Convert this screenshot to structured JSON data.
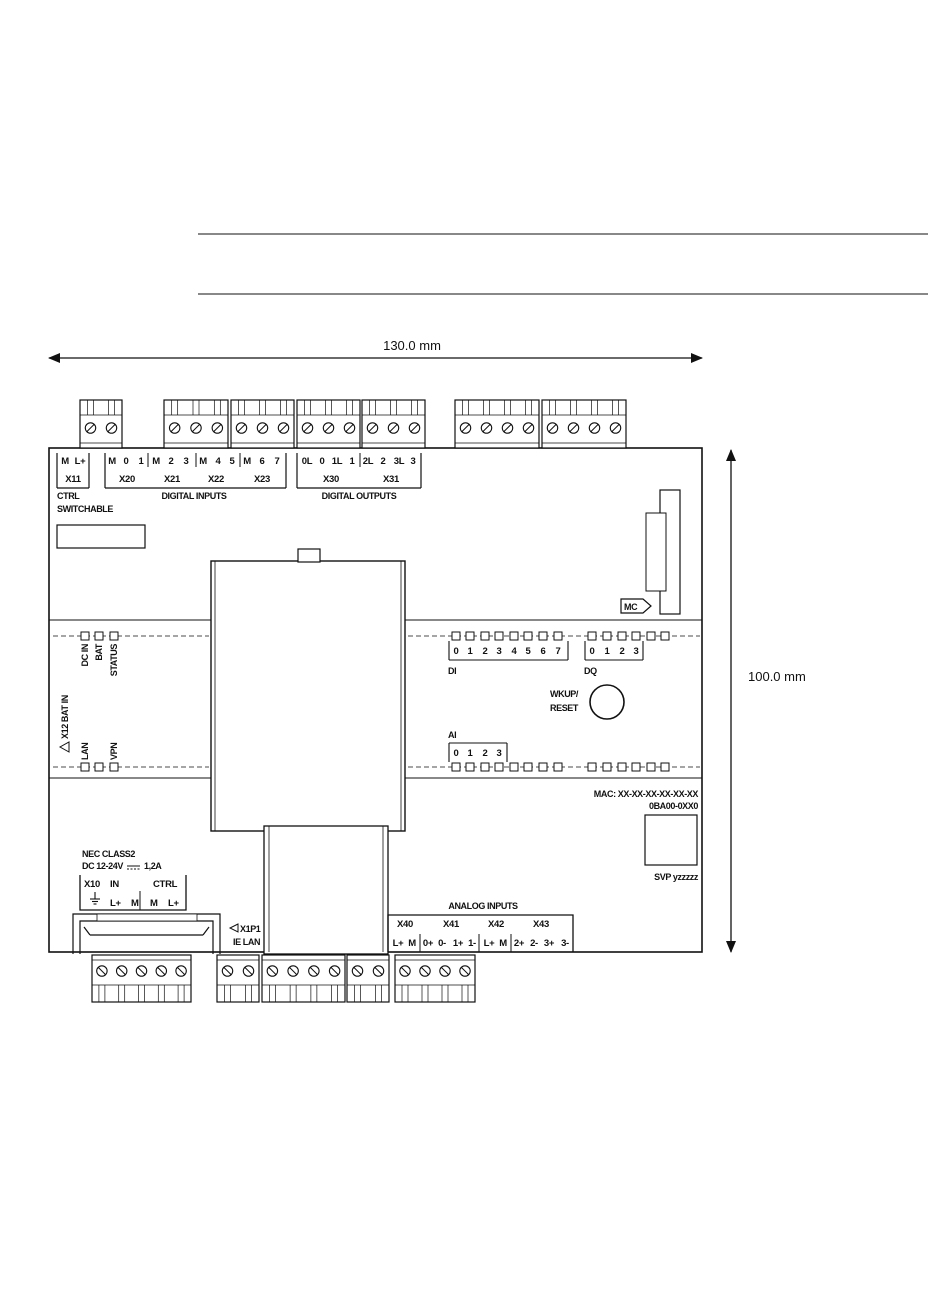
{
  "dimensions": {
    "width": "130.0 mm",
    "height": "100.0 mm"
  },
  "top_connectors": {
    "x11": {
      "pins": [
        "M",
        "L+"
      ],
      "id": "X11"
    },
    "di_group": {
      "pins": [
        "M",
        "0",
        "1",
        "M",
        "2",
        "3",
        "M",
        "4",
        "5",
        "M",
        "6",
        "7"
      ],
      "ids": [
        "X20",
        "X21",
        "X22",
        "X23"
      ],
      "title": "DIGITAL INPUTS"
    },
    "do_group": {
      "pins": [
        "0L",
        "0",
        "1L",
        "1",
        "2L",
        "2",
        "3L",
        "3"
      ],
      "ids": [
        "X30",
        "X31"
      ],
      "title": "DIGITAL OUTPUTS"
    }
  },
  "ctrl_label": "CTRL",
  "switchable_label": "SWITCHABLE",
  "left_leds": {
    "top": [
      "DC IN",
      "BAT",
      "STATUS"
    ],
    "bottom": [
      "LAN",
      "VPN"
    ]
  },
  "battery_label": "X12 BAT IN",
  "mc_label": "MC",
  "di_leds": {
    "label": "DI",
    "numbers": [
      "0",
      "1",
      "2",
      "3",
      "4",
      "5",
      "6",
      "7"
    ]
  },
  "dq_leds": {
    "label": "DQ",
    "numbers": [
      "0",
      "1",
      "2",
      "3"
    ]
  },
  "ai_leds": {
    "label": "AI",
    "numbers": [
      "0",
      "1",
      "2",
      "3"
    ]
  },
  "reset": {
    "line1": "WKUP/",
    "line2": "RESET"
  },
  "mac": {
    "line1": "MAC: XX-XX-XX-XX-XX-XX",
    "line2": "0BA00-0XX0"
  },
  "svp": "SVP yzzzzz",
  "power": {
    "line1": "NEC CLASS2",
    "line2": "DC 12-24V",
    "line2b": "1,2A",
    "id": "X10",
    "in": "IN",
    "ctrl": "CTRL",
    "pins": [
      "L+",
      "M",
      "M",
      "L+"
    ]
  },
  "lan": {
    "id": "X1P1",
    "label": "IE LAN"
  },
  "analog": {
    "title": "ANALOG INPUTS",
    "ids": [
      "X40",
      "X41",
      "X42",
      "X43"
    ],
    "pins": [
      "L+",
      "M",
      "0+",
      "0-",
      "1+",
      "1-",
      "L+",
      "M",
      "2+",
      "2-",
      "3+",
      "3-"
    ]
  }
}
